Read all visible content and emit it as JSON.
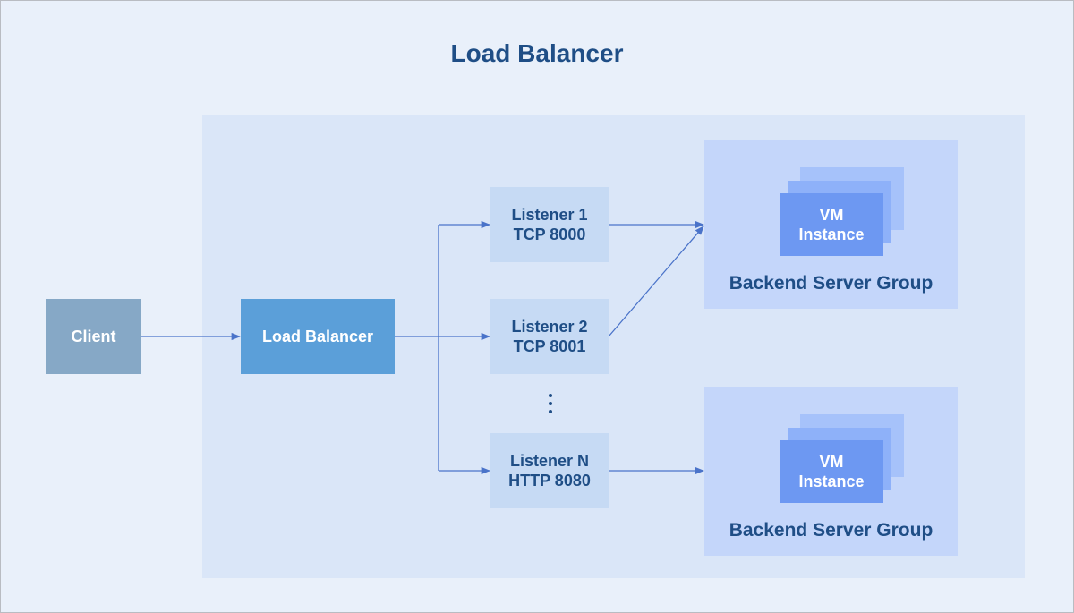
{
  "title": "Load Balancer",
  "client": {
    "label": "Client"
  },
  "load_balancer": {
    "label": "Load Balancer"
  },
  "listeners": [
    {
      "name": "Listener 1",
      "protocol": "TCP 8000"
    },
    {
      "name": "Listener 2",
      "protocol": "TCP 8001"
    },
    {
      "name": "Listener N",
      "protocol": "HTTP 8080"
    }
  ],
  "backend_groups": [
    {
      "label": "Backend Server Group",
      "vm_label_line1": "VM",
      "vm_label_line2": "Instance"
    },
    {
      "label": "Backend Server Group",
      "vm_label_line1": "VM",
      "vm_label_line2": "Instance"
    }
  ],
  "colors": {
    "background": "#e9f0fa",
    "inner_panel": "#dae6f8",
    "client": "#86a8c6",
    "load_balancer": "#5b9fd9",
    "listener": "#c6daf4",
    "group": "#c4d6fa",
    "vm": "#6d98f2",
    "text_dark": "#1f4e86",
    "connector": "#4a73c9"
  }
}
